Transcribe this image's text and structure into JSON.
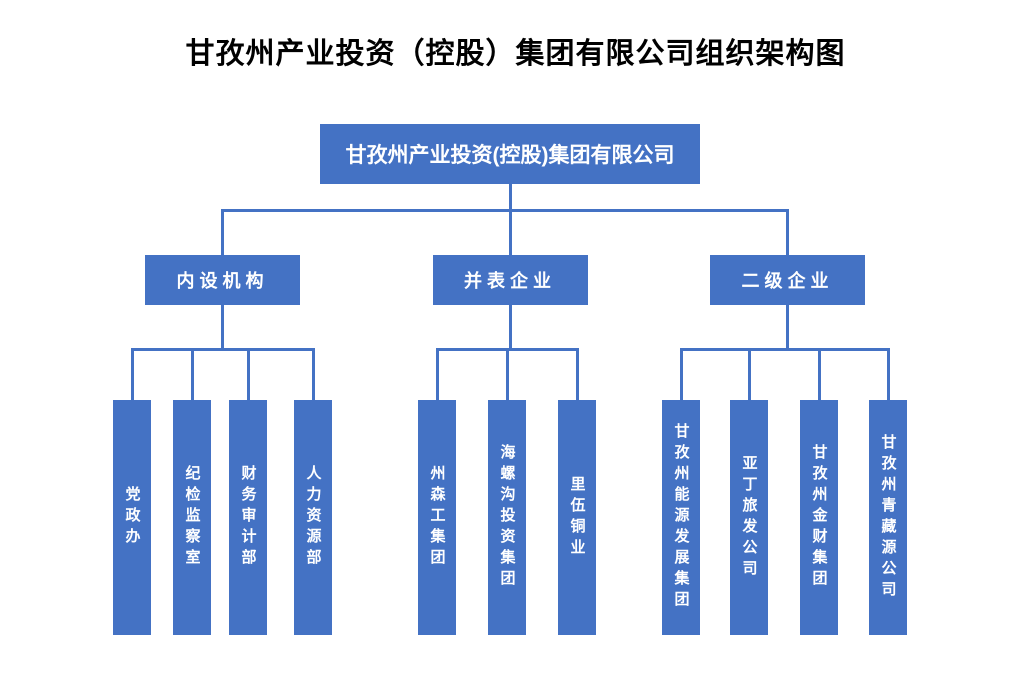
{
  "title": "甘孜州产业投资（控股）集团有限公司组织架构图",
  "diagram_type": "org_chart",
  "org": {
    "root": {
      "label": "甘孜州产业投资(控股)集团有限公司"
    },
    "groups": [
      {
        "label": "内设机构",
        "children": [
          "党政办",
          "纪检监察室",
          "财务审计部",
          "人力资源部"
        ]
      },
      {
        "label": "并表企业",
        "children": [
          "州森工集团",
          "海螺沟投资集团",
          "里伍铜业"
        ]
      },
      {
        "label": "二级企业",
        "children": [
          "甘孜州能源发展集团",
          "亚丁旅发公司",
          "甘孜州金财集团",
          "甘孜州青藏源公司"
        ]
      }
    ]
  },
  "colors": {
    "box": "#4472C4",
    "line": "#4472C4",
    "label_text": "#FFFFFF",
    "title_text": "#000000"
  }
}
